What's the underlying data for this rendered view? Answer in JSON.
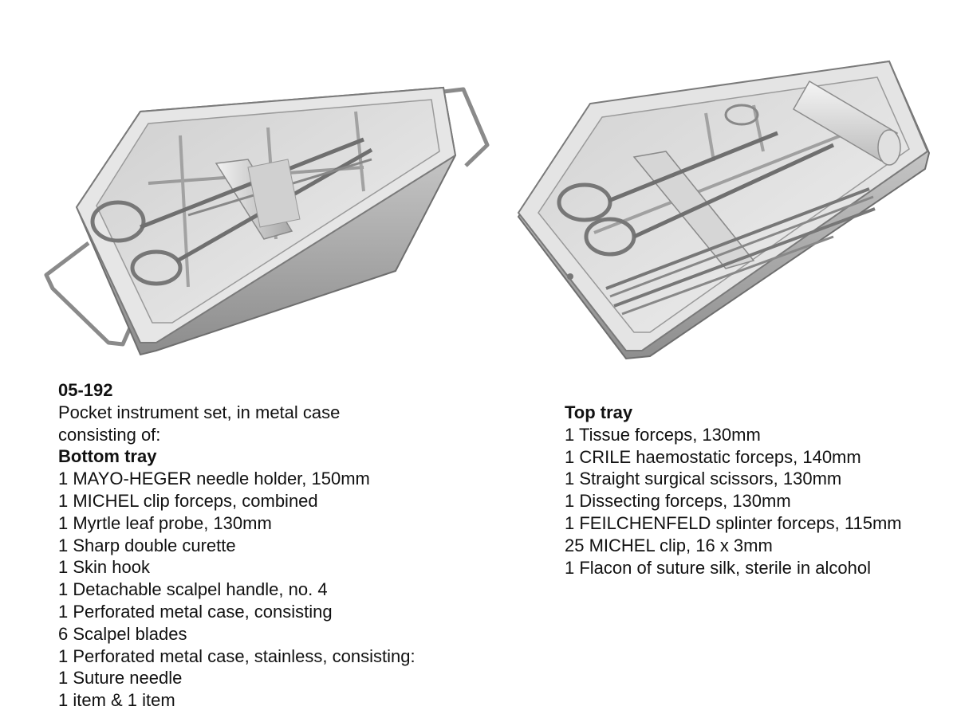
{
  "product": {
    "code": "05-192",
    "description_lines": [
      "Pocket instrument set, in metal case",
      "consisting of:"
    ]
  },
  "bottom_tray": {
    "heading": "Bottom tray",
    "items": [
      "1 MAYO-HEGER needle holder, 150mm",
      "1 MICHEL clip forceps, combined",
      "1 Myrtle leaf probe, 130mm",
      "1 Sharp double curette",
      "1 Skin hook",
      "1 Detachable scalpel handle, no. 4",
      "1 Perforated metal case, consisting",
      "6 Scalpel blades",
      "1 Perforated metal case, stainless, consisting:",
      "1 Suture needle",
      "1 item & 1 item"
    ]
  },
  "top_tray": {
    "heading": "Top tray",
    "items": [
      "1 Tissue forceps, 130mm",
      "1 CRILE haemostatic forceps, 140mm",
      "1 Straight surgical scissors, 130mm",
      "1 Dissecting forceps, 130mm",
      "1 FEILCHENFELD splinter forceps, 115mm",
      "25 MICHEL clip, 16 x 3mm",
      "1 Flacon of suture silk, sterile in alcohol"
    ]
  },
  "colors": {
    "steel_light": "#e4e4e4",
    "steel_mid": "#b9b9b9",
    "steel_dark": "#7a7a7a"
  }
}
